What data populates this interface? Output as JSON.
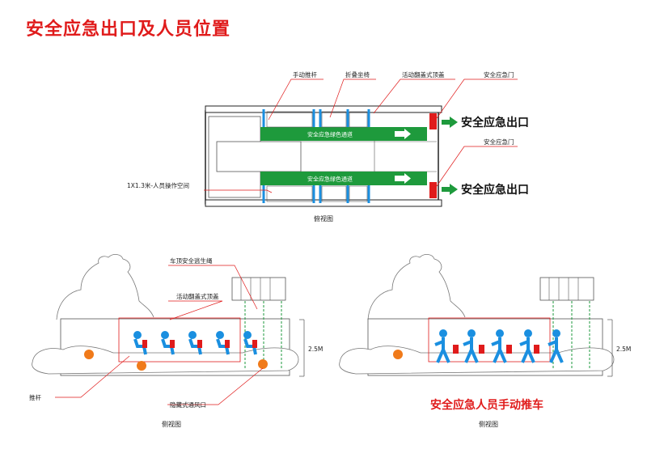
{
  "title": "安全应急出口及人员位置",
  "top_view": {
    "label_push_rod": "手动推杆",
    "label_folding_seat": "折叠坐椅",
    "label_flip_roof": "活动翻盖式顶盖",
    "label_door_top": "安全应急门",
    "label_door_bottom": "安全应急门",
    "channel_top": "安全应急绿色通道",
    "channel_bottom": "安全应急绿色通道",
    "exit_top": "安全应急出口",
    "exit_bottom": "安全应急出口",
    "space_label": "1X1.3米-人员操作空间",
    "caption": "俯视图"
  },
  "side_left": {
    "label_roof_rope": "车顶安全逃生绳",
    "label_flip_roof": "活动翻盖式顶盖",
    "label_push_rod": "推杆",
    "label_vent": "隐藏式通风口",
    "height": "2.5M",
    "caption": "侧视图"
  },
  "side_right": {
    "height": "2.5M",
    "headline": "安全应急人员手动推车",
    "caption": "侧视图"
  },
  "colors": {
    "red": "#e01b1b",
    "green": "#1e9a3c",
    "blue": "#1a8fe0",
    "orange": "#f07a1a"
  }
}
